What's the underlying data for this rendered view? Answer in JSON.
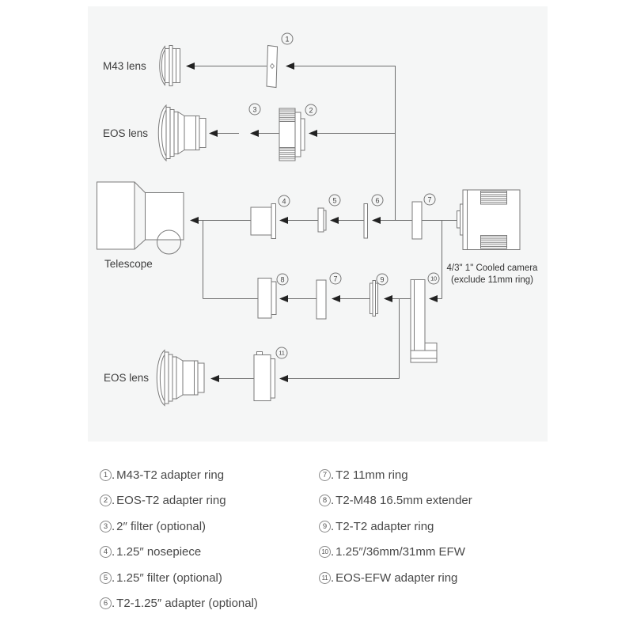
{
  "diagram": {
    "row1_label": "M43 lens",
    "row2_label": "EOS lens",
    "row3_label": "Telescope",
    "row5_label": "EOS lens",
    "camera_caption": {
      "line1": "4/3\" 1\" Cooled camera",
      "line2": "(exclude 11mm ring)"
    },
    "callouts": {
      "c1": "1",
      "c2": "2",
      "c3": "3",
      "c4": "4",
      "c5": "5",
      "c6": "6",
      "c7": "7",
      "c8": "8",
      "c9": "9",
      "c10": "10",
      "c11": "11"
    }
  },
  "legend": {
    "separator": ". ",
    "left": [
      {
        "num": "1",
        "label": "M43-T2 adapter ring"
      },
      {
        "num": "2",
        "label": "EOS-T2 adapter ring"
      },
      {
        "num": "3",
        "label": "2″ filter (optional)"
      },
      {
        "num": "4",
        "label": "1.25″ nosepiece"
      },
      {
        "num": "5",
        "label": "1.25″ filter (optional)"
      },
      {
        "num": "6",
        "label": "T2-1.25″ adapter (optional)"
      }
    ],
    "right": [
      {
        "num": "7",
        "label": "T2 11mm ring"
      },
      {
        "num": "8",
        "label": "T2-M48 16.5mm extender"
      },
      {
        "num": "9",
        "label": "T2-T2 adapter ring"
      },
      {
        "num": "10",
        "label": "1.25″/36mm/31mm EFW"
      },
      {
        "num": "11",
        "label": "EOS-EFW adapter ring"
      }
    ]
  }
}
